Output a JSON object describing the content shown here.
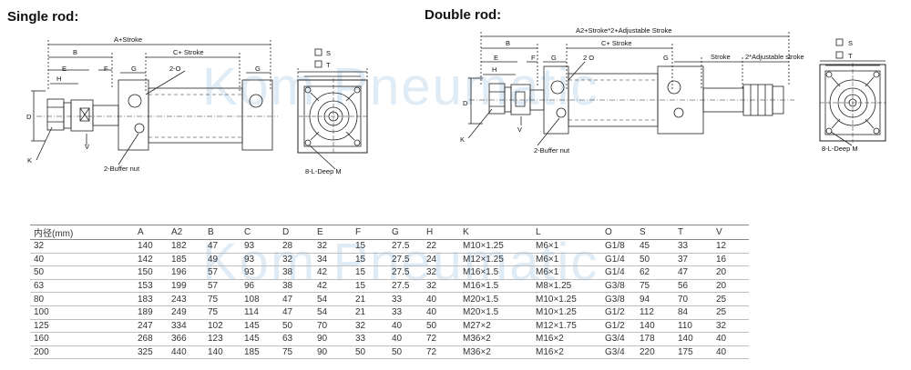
{
  "single_rod": {
    "title": "Single rod:",
    "labels": {
      "a_stroke": "A+Stroke",
      "b": "B",
      "c_stroke": "C+ Stroke",
      "e": "E",
      "f": "F",
      "g_left": "G",
      "g_right": "G",
      "two_o": "2-O",
      "h": "H",
      "d": "D",
      "v": "V",
      "k": "K",
      "buffer_nut": "2-Buffer nut",
      "s": "S",
      "t": "T",
      "deep_m": "8-L-Deep M"
    }
  },
  "double_rod": {
    "title": "Double rod:",
    "labels": {
      "a2_stroke": "A2+Stroke*2+Adjustable Stroke",
      "b": "B",
      "c_stroke": "C+ Stroke",
      "e": "E",
      "f": "F",
      "g_left": "G",
      "g_right": "G",
      "two_o": "2 O",
      "stroke": "Stroke",
      "adjustable_stroke": "2*Adjustable stroke",
      "h": "H",
      "d": "D",
      "v": "V",
      "k": "K",
      "buffer_nut": "2-Buffer nut",
      "s": "S",
      "t": "T",
      "deep_m": "8-L-Deep M"
    }
  },
  "watermark": {
    "upper": "Kom  Pneumatic",
    "lower": "Kom  Pneumatic"
  },
  "table": {
    "headers": [
      "内径(mm)",
      "A",
      "A2",
      "B",
      "C",
      "D",
      "E",
      "F",
      "G",
      "H",
      "K",
      "L",
      "O",
      "S",
      "T",
      "V"
    ],
    "rows": [
      [
        "32",
        "140",
        "182",
        "47",
        "93",
        "28",
        "32",
        "15",
        "27.5",
        "22",
        "M10×1.25",
        "M6×1",
        "G1/8",
        "45",
        "33",
        "12"
      ],
      [
        "40",
        "142",
        "185",
        "49",
        "93",
        "32",
        "34",
        "15",
        "27.5",
        "24",
        "M12×1.25",
        "M6×1",
        "G1/4",
        "50",
        "37",
        "16"
      ],
      [
        "50",
        "150",
        "196",
        "57",
        "93",
        "38",
        "42",
        "15",
        "27.5",
        "32",
        "M16×1.5",
        "M6×1",
        "G1/4",
        "62",
        "47",
        "20"
      ],
      [
        "63",
        "153",
        "199",
        "57",
        "96",
        "38",
        "42",
        "15",
        "27.5",
        "32",
        "M16×1.5",
        "M8×1.25",
        "G3/8",
        "75",
        "56",
        "20"
      ],
      [
        "80",
        "183",
        "243",
        "75",
        "108",
        "47",
        "54",
        "21",
        "33",
        "40",
        "M20×1.5",
        "M10×1.25",
        "G3/8",
        "94",
        "70",
        "25"
      ],
      [
        "100",
        "189",
        "249",
        "75",
        "114",
        "47",
        "54",
        "21",
        "33",
        "40",
        "M20×1.5",
        "M10×1.25",
        "G1/2",
        "112",
        "84",
        "25"
      ],
      [
        "125",
        "247",
        "334",
        "102",
        "145",
        "50",
        "70",
        "32",
        "40",
        "50",
        "M27×2",
        "M12×1.75",
        "G1/2",
        "140",
        "110",
        "32"
      ],
      [
        "160",
        "268",
        "366",
        "123",
        "145",
        "63",
        "90",
        "33",
        "40",
        "72",
        "M36×2",
        "M16×2",
        "G3/4",
        "178",
        "140",
        "40"
      ],
      [
        "200",
        "325",
        "440",
        "140",
        "185",
        "75",
        "90",
        "50",
        "50",
        "72",
        "M36×2",
        "M16×2",
        "G3/4",
        "220",
        "175",
        "40"
      ]
    ]
  }
}
